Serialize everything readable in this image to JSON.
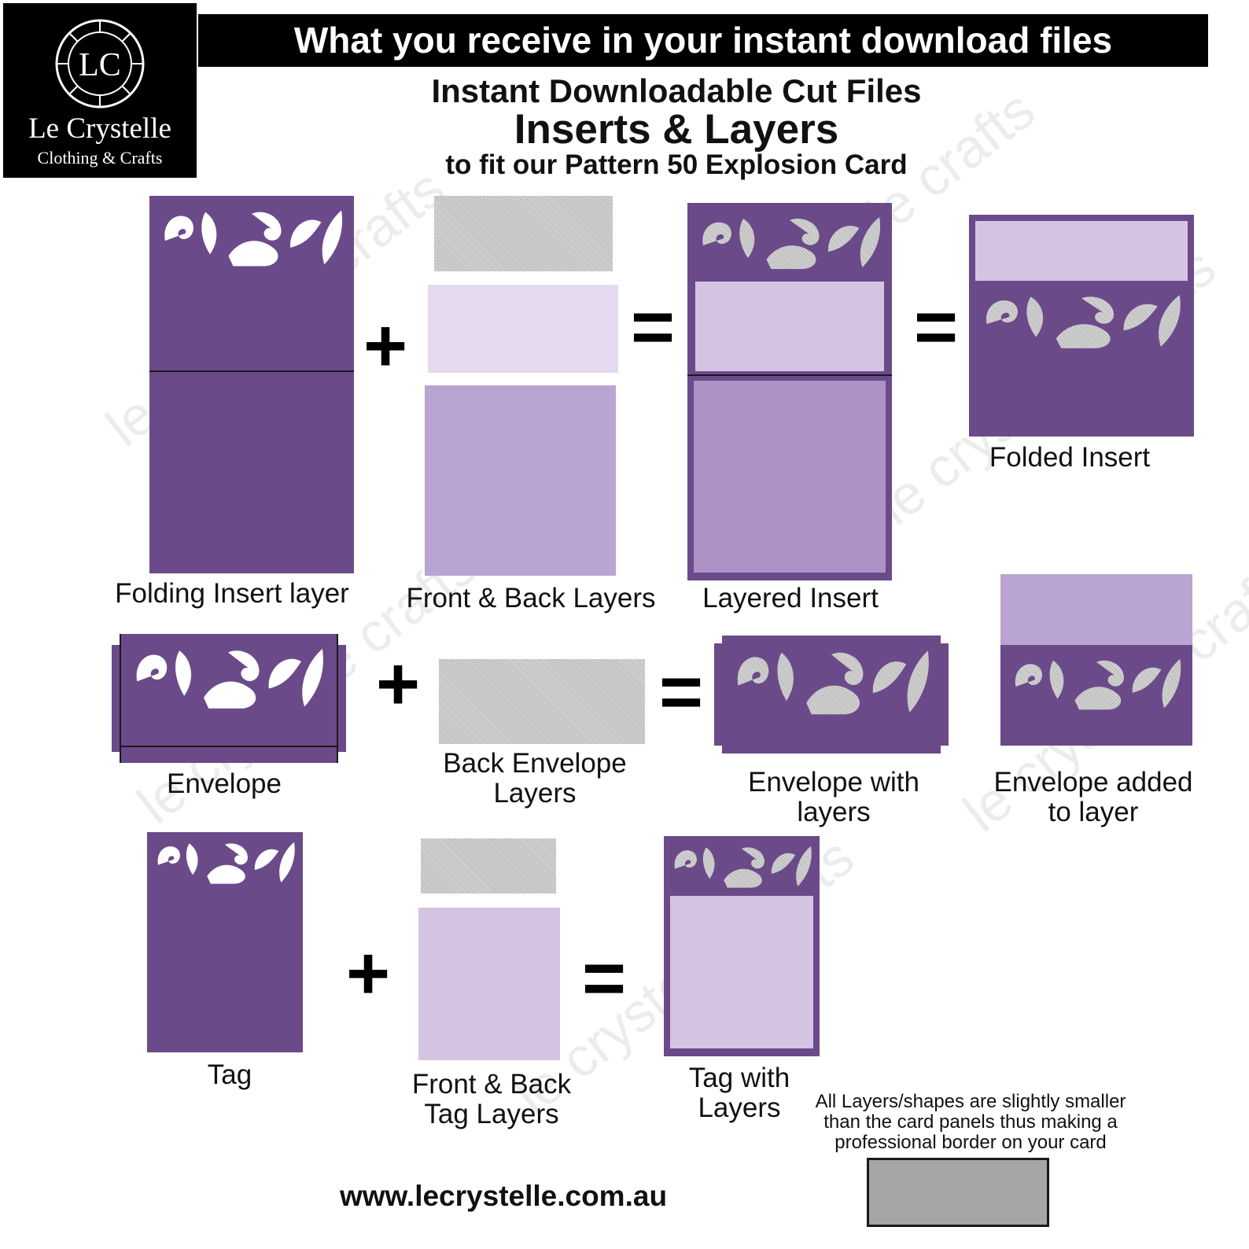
{
  "brand": {
    "name": "Le Crystelle",
    "tagline": "Clothing & Crafts",
    "monogram": "LC"
  },
  "header": {
    "banner": "What you receive in your instant download files",
    "line1": "Instant Downloadable Cut Files",
    "line2": "Inserts & Layers",
    "line3": "to fit our Pattern 50 Explosion Card"
  },
  "row1": {
    "folding_insert_label": "Folding Insert layer",
    "front_back_label": "Front & Back Layers",
    "layered_insert_label": "Layered Insert",
    "folded_insert_label": "Folded Insert"
  },
  "row2": {
    "envelope_label": "Envelope",
    "back_envelope_label_1": "Back Envelope",
    "back_envelope_label_2": "Layers",
    "envelope_with_layers_1": "Envelope with",
    "envelope_with_layers_2": "layers",
    "envelope_added_1": "Envelope added",
    "envelope_added_2": "to layer"
  },
  "row3": {
    "tag_label": "Tag",
    "front_back_tag_1": "Front & Back",
    "front_back_tag_2": "Tag Layers",
    "tag_with_layers_1": "Tag with",
    "tag_with_layers_2": "Layers"
  },
  "operators": {
    "plus": "+",
    "equals": "="
  },
  "note": {
    "line1": "All Layers/shapes are slightly smaller",
    "line2": "than the card panels thus making a",
    "line3": "professional border on your card"
  },
  "footer": {
    "url": "www.lecrystelle.com.au"
  },
  "watermark": "le crystelle crafts",
  "colors": {
    "dark_purple": "#6b4a8a",
    "medium_purple": "#b9a4d2",
    "light_purple": "#d4c4e2",
    "extra_light_purple": "#e5d9ef",
    "glitter_silver": "#c4c4c4",
    "swatch_grey": "#a6a6a6"
  }
}
